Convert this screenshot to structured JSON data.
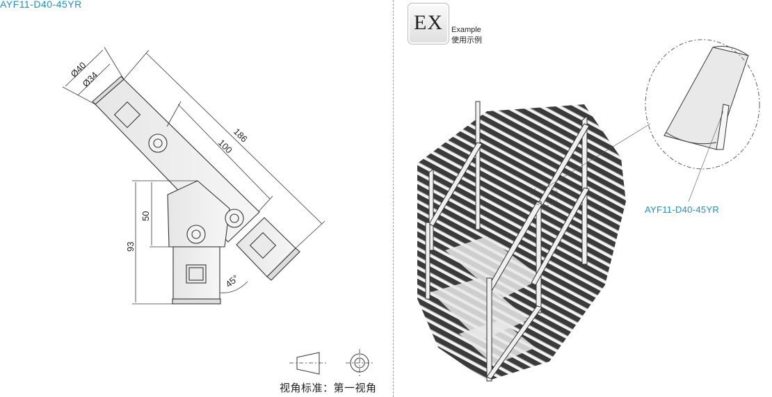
{
  "part_code": "AYF11-D40-45YR",
  "dimensions": {
    "outer_diameter": "Ø40",
    "inner_diameter": "Ø34",
    "overall_length": "186",
    "center_length": "100",
    "vertical_center": "50",
    "vertical_overall": "93",
    "angle": "45°"
  },
  "example": {
    "badge": "EX",
    "label_en": "Example",
    "label_cn": "使用示例"
  },
  "callout_code": "AYF11-D40-45YR",
  "projection": {
    "label": "视角标准：第一视角"
  }
}
